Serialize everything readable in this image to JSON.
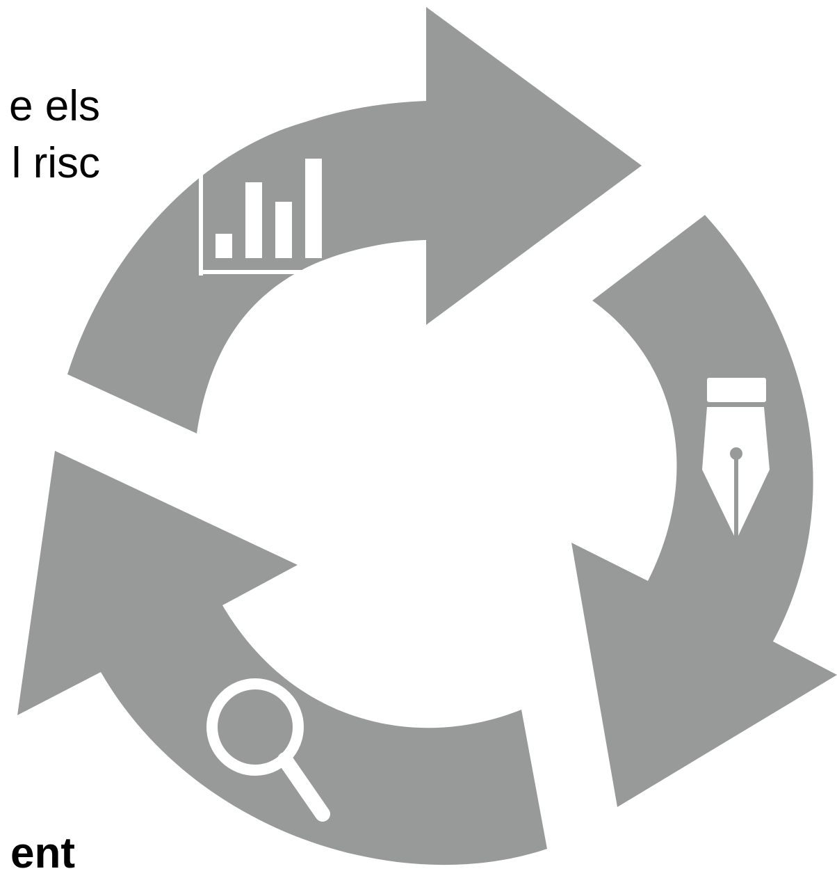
{
  "text_fragments": [
    "e els",
    "l risc",
    "ent"
  ],
  "colors": {
    "arrow": "#989A99",
    "icon": "#FFFFFF",
    "background": "#FFFFFF",
    "text": "#000000"
  },
  "icons": [
    "bar-chart-icon",
    "fountain-pen-icon",
    "magnifier-icon"
  ]
}
